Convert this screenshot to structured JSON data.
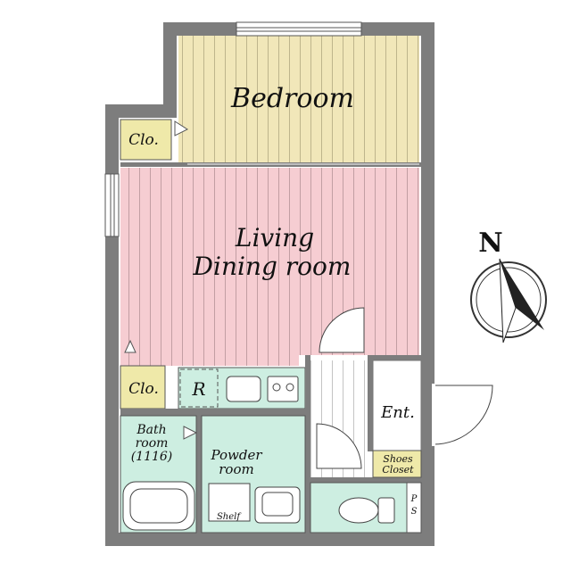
{
  "rooms": {
    "bedroom": "Bedroom",
    "living_line1": "Living",
    "living_line2": "Dining room",
    "closet_top": "Clo.",
    "closet_mid": "Clo.",
    "refrigerator": "R",
    "bath_line1": "Bath",
    "bath_line2": "room",
    "bath_line3": "(1116)",
    "powder_line1": "Powder",
    "powder_line2": "room",
    "shelf": "Shelf",
    "entrance": "Ent.",
    "shoes_line1": "Shoes",
    "shoes_line2": "Closet",
    "ps_line1": "P",
    "ps_line2": "S"
  },
  "compass": {
    "north": "N"
  },
  "colors": {
    "bedroom_fill": "#f1e7b9",
    "living_fill": "#f6cdd2",
    "closet_fill": "#efe9a9",
    "wet_area_fill": "#cdeee1",
    "wall": "#7d7d7d",
    "stripe": "#6e6e6e"
  }
}
